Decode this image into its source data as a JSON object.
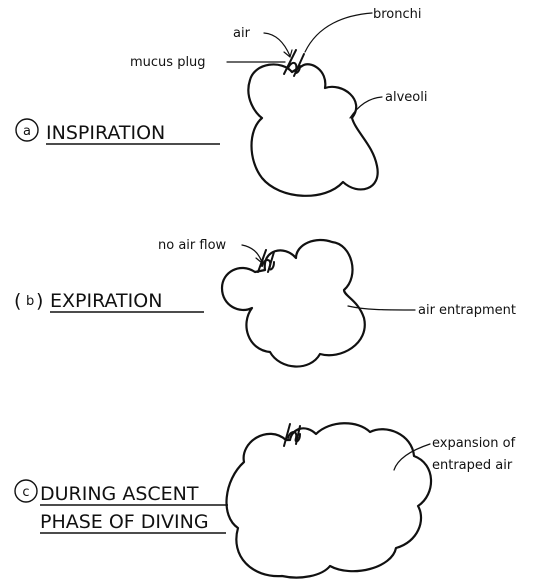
{
  "panel_a": {
    "marker": "a",
    "caption": "INSPIRATION",
    "labels": {
      "air": "air",
      "bronchi": "bronchi",
      "mucus_plug": "mucus plug",
      "alveoli": "alveoli"
    }
  },
  "panel_b": {
    "marker": "b",
    "caption": "EXPIRATION",
    "labels": {
      "no_air_flow": "no air flow",
      "air_entrapment": "air entrapment"
    }
  },
  "panel_c": {
    "marker": "c",
    "caption_line1": "DURING ASCENT",
    "caption_line2": "PHASE OF DIVING",
    "labels": {
      "expansion_line1": "expansion of",
      "expansion_line2": "entraped air"
    }
  }
}
